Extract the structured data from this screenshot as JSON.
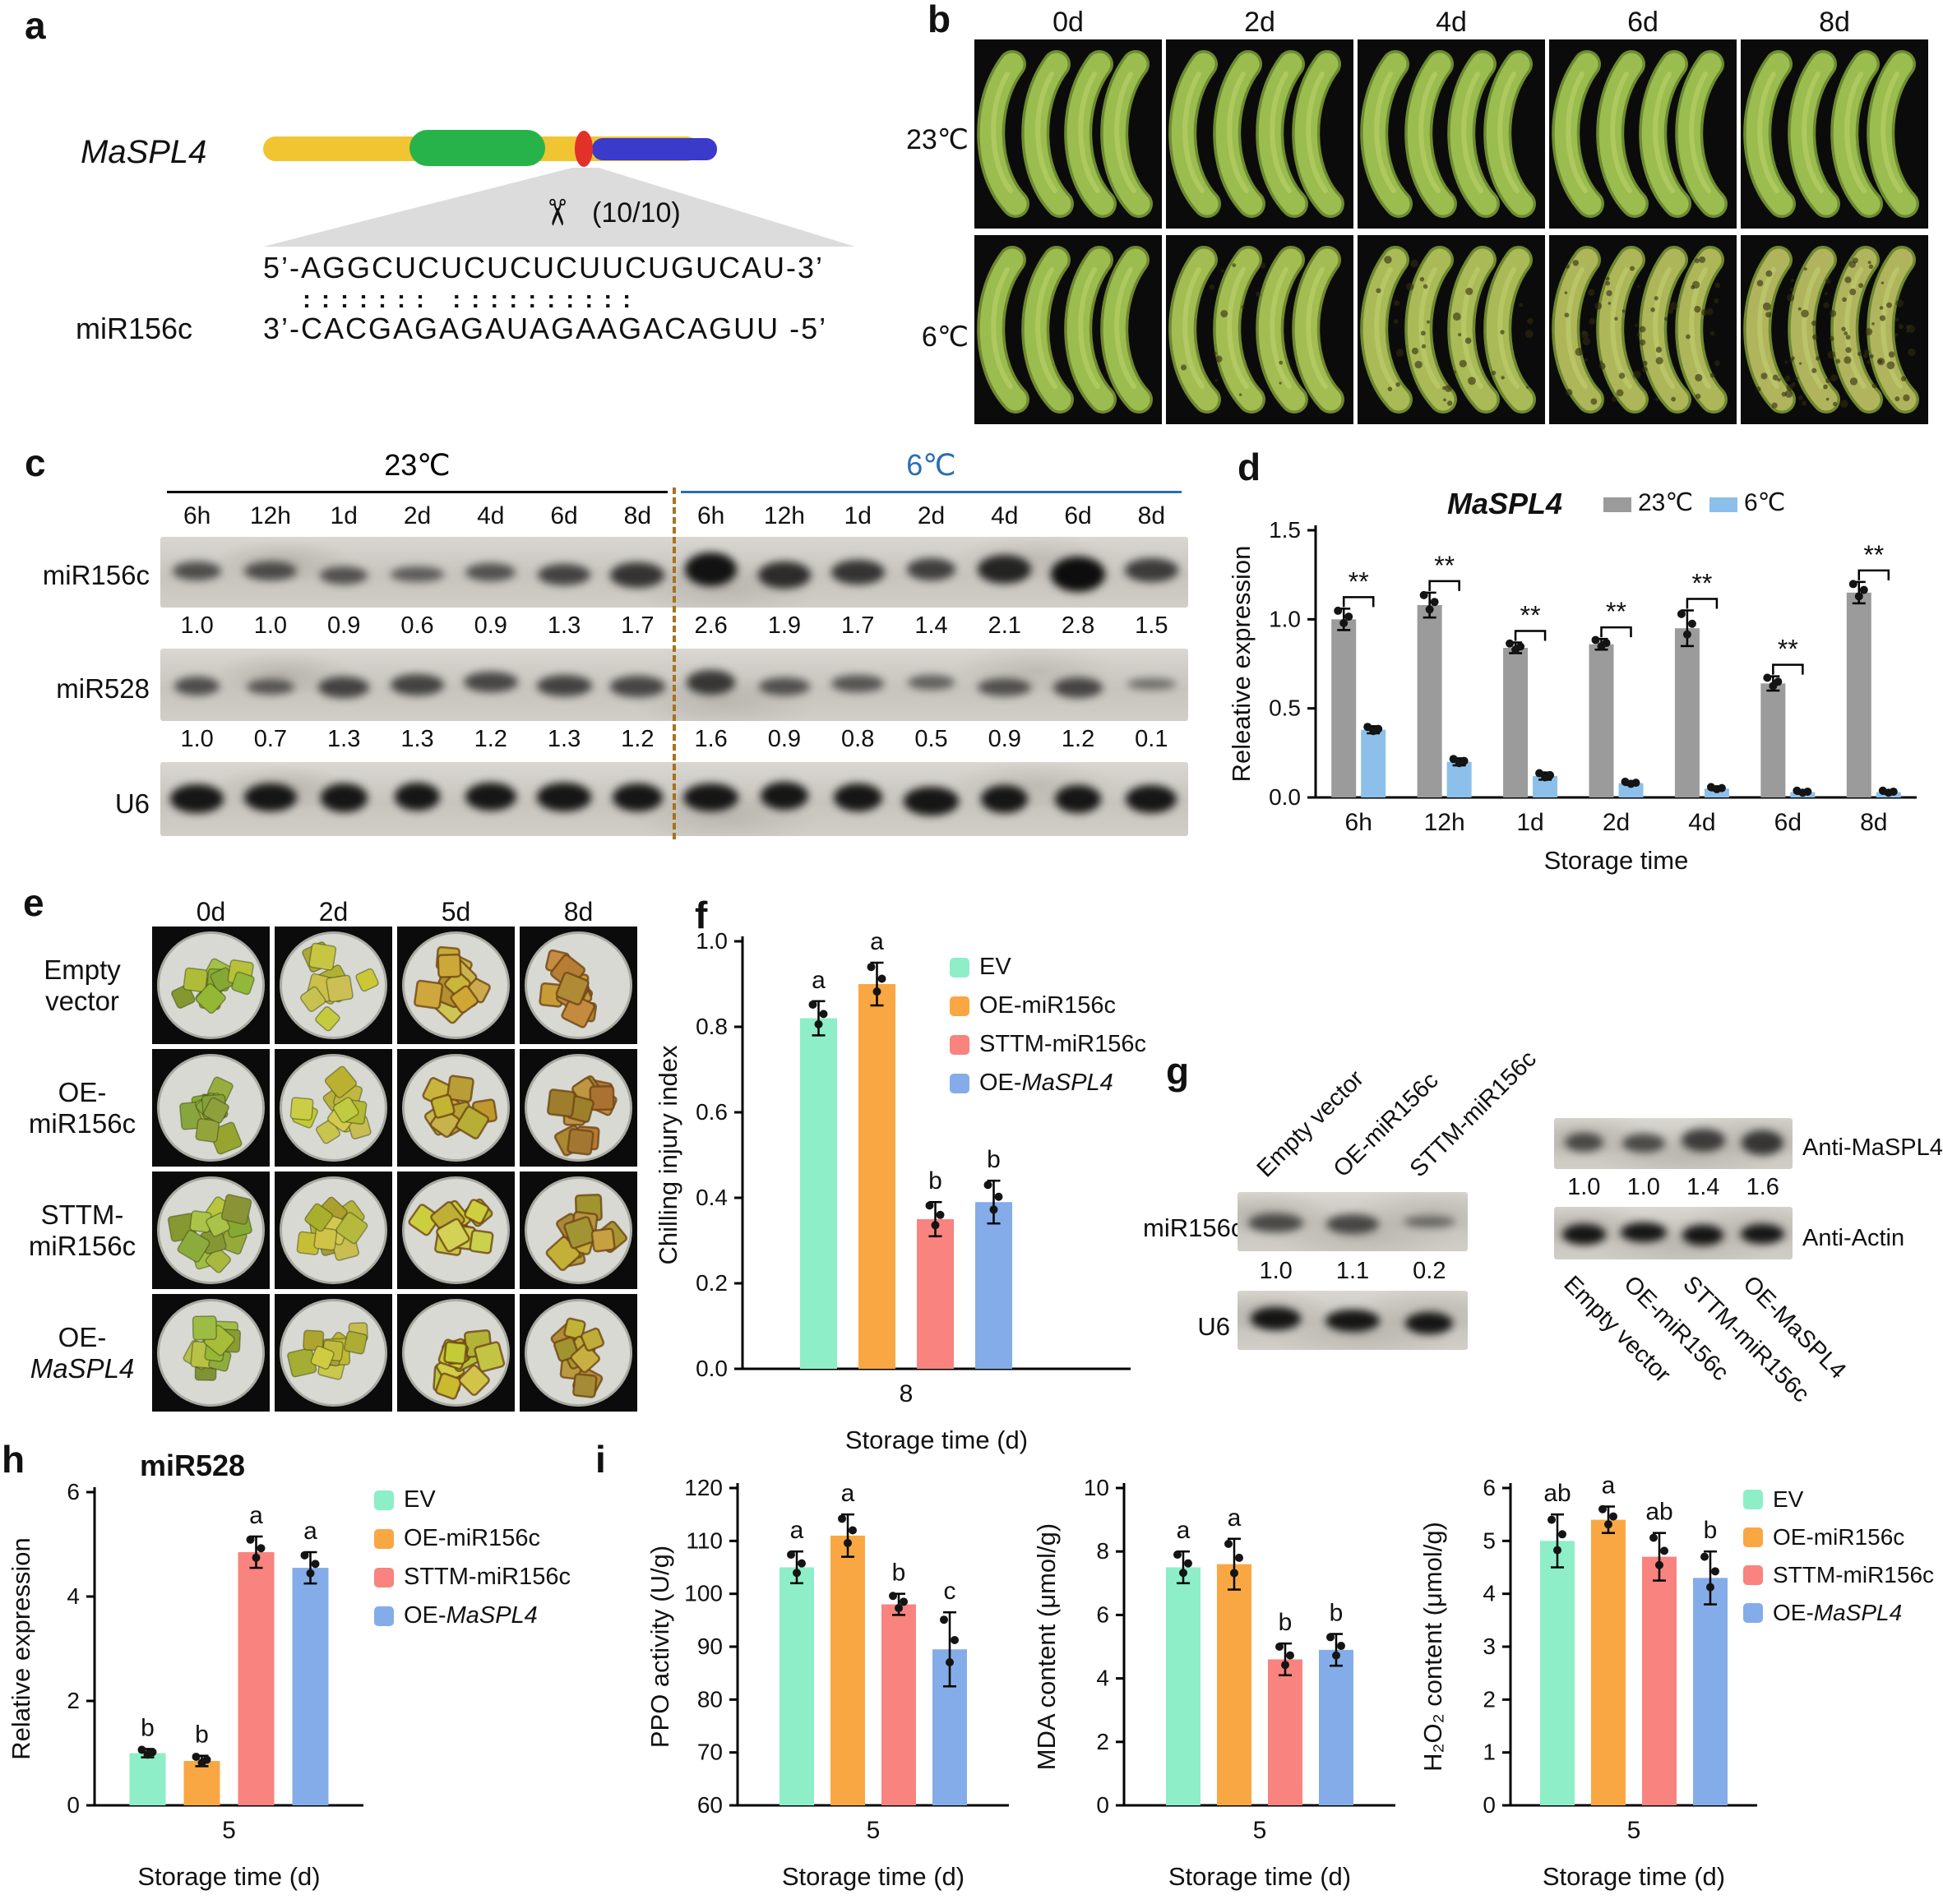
{
  "panel_a": {
    "label": "a",
    "gene_name": "MaSPL4",
    "scissors_glyph": "✂",
    "cleavage_ratio": "(10/10)",
    "target_sequence": "5’-AGGCUCUCUCUCUUCUGUCAU-3’",
    "pairing_dots": ":::::::  ::::::::::",
    "mirna_name": "miR156c",
    "mirna_sequence": "3’-CACGAGAGAUAGAAGACAGUU -5’"
  },
  "panel_b": {
    "label": "b",
    "day_headers": [
      "0d",
      "2d",
      "4d",
      "6d",
      "8d"
    ],
    "row_labels": [
      "23℃",
      "6℃"
    ]
  },
  "panel_c": {
    "label": "c",
    "group_headers": [
      {
        "text": "23℃",
        "color": "#000000"
      },
      {
        "text": "6℃",
        "color": "#2a6db5"
      }
    ],
    "time_labels": [
      "6h",
      "12h",
      "1d",
      "2d",
      "4d",
      "6d",
      "8d"
    ],
    "blots": [
      {
        "name": "miR156c",
        "values": [
          "1.0",
          "1.0",
          "0.9",
          "0.6",
          "0.9",
          "1.3",
          "1.7",
          "2.6",
          "1.9",
          "1.7",
          "1.4",
          "2.1",
          "2.8",
          "1.5"
        ]
      },
      {
        "name": "miR528",
        "values": [
          "1.0",
          "0.7",
          "1.3",
          "1.3",
          "1.2",
          "1.3",
          "1.2",
          "1.6",
          "0.9",
          "0.8",
          "0.5",
          "0.9",
          "1.2",
          "0.1"
        ]
      },
      {
        "name": "U6",
        "values": []
      }
    ]
  },
  "panel_d": {
    "label": "d"
  },
  "panel_e": {
    "label": "e",
    "day_headers": [
      "0d",
      "2d",
      "5d",
      "8d"
    ],
    "row_labels": [
      {
        "line1": "Empty",
        "line2": "vector",
        "italic": false
      },
      {
        "line1": "OE-",
        "line2": "miR156c",
        "italic": false
      },
      {
        "line1": "STTM-",
        "line2": "miR156c",
        "italic": false
      },
      {
        "line1": "OE-",
        "line2": "MaSPL4",
        "italic": true
      }
    ]
  },
  "panel_f": {
    "label": "f"
  },
  "panel_g": {
    "label": "g",
    "left_lane_labels": [
      "Empty vector",
      "OE-miR156c",
      "STTM-miR156c"
    ],
    "left_blots": [
      {
        "name": "miR156c",
        "values": [
          "1.0",
          "1.1",
          "0.2"
        ]
      },
      {
        "name": "U6",
        "values": []
      }
    ],
    "right_blots": [
      {
        "name": "Anti-MaSPL4",
        "values": [
          "1.0",
          "1.0",
          "1.4",
          "1.6"
        ]
      },
      {
        "name": "Anti-Actin",
        "values": []
      }
    ],
    "right_lane_labels": [
      "Empty vector",
      "OE-miR156c",
      "STTM-miR156c",
      "OE-MaSPL4"
    ]
  },
  "panel_h": {
    "label": "h"
  },
  "panel_i": {
    "label": "i"
  },
  "legend_groups": {
    "treatments": [
      {
        "label": "EV",
        "color": "#8deec8"
      },
      {
        "label": "OE-miR156c",
        "color": "#f9a743"
      },
      {
        "label": "STTM-miR156c",
        "color": "#f8837f"
      },
      {
        "prefix": "OE-",
        "italic": "MaSPL4",
        "color": "#84ace9"
      }
    ]
  },
  "chart_data": [
    {
      "id": "d",
      "type": "bar",
      "title": "MaSPL4",
      "categories": [
        "6h",
        "12h",
        "1d",
        "2d",
        "4d",
        "6d",
        "8d"
      ],
      "series": [
        {
          "name": "23℃",
          "color": "#9b9b9b",
          "values": [
            1.0,
            1.08,
            0.84,
            0.86,
            0.95,
            0.64,
            1.15
          ],
          "err": [
            0.06,
            0.07,
            0.03,
            0.03,
            0.1,
            0.04,
            0.06
          ]
        },
        {
          "name": "6℃",
          "color": "#8cc0ea",
          "values": [
            0.38,
            0.2,
            0.12,
            0.08,
            0.05,
            0.03,
            0.03
          ],
          "err": [
            0.02,
            0.02,
            0.02,
            0.01,
            0.01,
            0.01,
            0.01
          ]
        }
      ],
      "significance": [
        "**",
        "**",
        "**",
        "**",
        "**",
        "**",
        "**"
      ],
      "ylabel": "Releative expression",
      "xlabel": "Storage time",
      "ylim": [
        0,
        1.5
      ],
      "yticks": [
        "0.0",
        "0.5",
        "1.0",
        "1.5"
      ],
      "legend_position": "top-right"
    },
    {
      "id": "f",
      "type": "bar",
      "categories": [
        "8"
      ],
      "series": [
        {
          "name": "EV",
          "color": "#8deec8",
          "values": [
            0.82
          ],
          "err": [
            0.04
          ],
          "letters": [
            "a"
          ]
        },
        {
          "name": "OE-miR156c",
          "color": "#f9a743",
          "values": [
            0.9
          ],
          "err": [
            0.05
          ],
          "letters": [
            "a"
          ]
        },
        {
          "name": "STTM-miR156c",
          "color": "#f8837f",
          "values": [
            0.35
          ],
          "err": [
            0.04
          ],
          "letters": [
            "b"
          ]
        },
        {
          "name": "OE-MaSPL4",
          "color": "#84ace9",
          "values": [
            0.39
          ],
          "err": [
            0.05
          ],
          "letters": [
            "b"
          ]
        }
      ],
      "ylabel": "Chilling injury index",
      "xlabel": "Storage time (d)",
      "ylim": [
        0,
        1.0
      ],
      "yticks": [
        "0.0",
        "0.2",
        "0.4",
        "0.6",
        "0.8",
        "1.0"
      ],
      "legend_position": "right"
    },
    {
      "id": "h",
      "type": "bar",
      "title": "miR528",
      "categories": [
        "5"
      ],
      "series": [
        {
          "name": "EV",
          "color": "#8deec8",
          "values": [
            1.0
          ],
          "err": [
            0.08
          ],
          "letters": [
            "b"
          ]
        },
        {
          "name": "OE-miR156c",
          "color": "#f9a743",
          "values": [
            0.85
          ],
          "err": [
            0.1
          ],
          "letters": [
            "b"
          ]
        },
        {
          "name": "STTM-miR156c",
          "color": "#f8837f",
          "values": [
            4.85
          ],
          "err": [
            0.3
          ],
          "letters": [
            "a"
          ]
        },
        {
          "name": "OE-MaSPL4",
          "color": "#84ace9",
          "values": [
            4.55
          ],
          "err": [
            0.3
          ],
          "letters": [
            "a"
          ]
        }
      ],
      "ylabel": "Relative expression",
      "xlabel": "Storage time (d)",
      "ylim": [
        0,
        6
      ],
      "yticks": [
        "0",
        "2",
        "4",
        "6"
      ],
      "legend_position": "right"
    },
    {
      "id": "i1",
      "type": "bar",
      "categories": [
        "5"
      ],
      "series": [
        {
          "name": "EV",
          "color": "#8deec8",
          "values": [
            105
          ],
          "err": [
            3
          ],
          "letters": [
            "a"
          ]
        },
        {
          "name": "OE-miR156c",
          "color": "#f9a743",
          "values": [
            111
          ],
          "err": [
            4
          ],
          "letters": [
            "a"
          ]
        },
        {
          "name": "STTM-miR156c",
          "color": "#f8837f",
          "values": [
            98
          ],
          "err": [
            2
          ],
          "letters": [
            "b"
          ]
        },
        {
          "name": "OE-MaSPL4",
          "color": "#84ace9",
          "values": [
            89.5
          ],
          "err": [
            7
          ],
          "letters": [
            "c"
          ]
        }
      ],
      "ylabel": "PPO activity (U/g)",
      "xlabel": "Storage time (d)",
      "ylim": [
        60,
        120
      ],
      "yticks": [
        "60",
        "70",
        "80",
        "90",
        "100",
        "110",
        "120"
      ]
    },
    {
      "id": "i2",
      "type": "bar",
      "categories": [
        "5"
      ],
      "series": [
        {
          "name": "EV",
          "color": "#8deec8",
          "values": [
            7.5
          ],
          "err": [
            0.5
          ],
          "letters": [
            "a"
          ]
        },
        {
          "name": "OE-miR156c",
          "color": "#f9a743",
          "values": [
            7.6
          ],
          "err": [
            0.8
          ],
          "letters": [
            "a"
          ]
        },
        {
          "name": "STTM-miR156c",
          "color": "#f8837f",
          "values": [
            4.6
          ],
          "err": [
            0.5
          ],
          "letters": [
            "b"
          ]
        },
        {
          "name": "OE-MaSPL4",
          "color": "#84ace9",
          "values": [
            4.9
          ],
          "err": [
            0.5
          ],
          "letters": [
            "b"
          ]
        }
      ],
      "ylabel": "MDA content (μmol/g)",
      "xlabel": "Storage time (d)",
      "ylim": [
        0,
        10
      ],
      "yticks": [
        "0",
        "2",
        "4",
        "6",
        "8",
        "10"
      ]
    },
    {
      "id": "i3",
      "type": "bar",
      "categories": [
        "5"
      ],
      "series": [
        {
          "name": "EV",
          "color": "#8deec8",
          "values": [
            5.0
          ],
          "err": [
            0.5
          ],
          "letters": [
            "ab"
          ]
        },
        {
          "name": "OE-miR156c",
          "color": "#f9a743",
          "values": [
            5.4
          ],
          "err": [
            0.25
          ],
          "letters": [
            "a"
          ]
        },
        {
          "name": "STTM-miR156c",
          "color": "#f8837f",
          "values": [
            4.7
          ],
          "err": [
            0.45
          ],
          "letters": [
            "ab"
          ]
        },
        {
          "name": "OE-MaSPL4",
          "color": "#84ace9",
          "values": [
            4.3
          ],
          "err": [
            0.5
          ],
          "letters": [
            "b"
          ]
        }
      ],
      "ylabel": "H₂O₂ content (μmol/g)",
      "xlabel": "Storage time (d)",
      "ylim": [
        0,
        6
      ],
      "yticks": [
        "0",
        "1",
        "2",
        "3",
        "4",
        "5",
        "6"
      ],
      "legend_position": "right"
    }
  ]
}
